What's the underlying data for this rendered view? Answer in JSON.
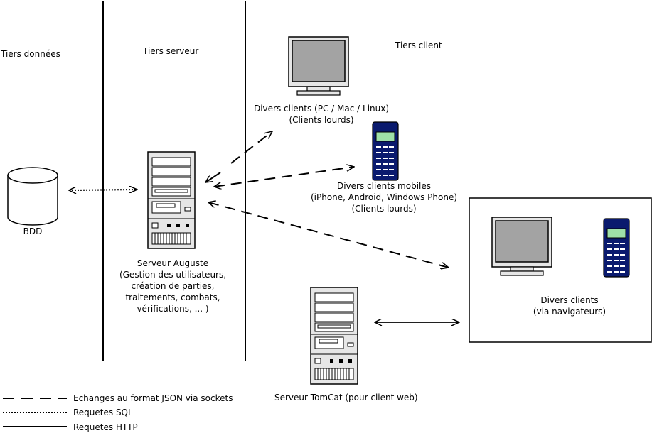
{
  "tiers": {
    "donnees": "Tiers données",
    "serveur": "Tiers serveur",
    "client": "Tiers client"
  },
  "nodes": {
    "bdd": "BDD",
    "auguste": [
      "Serveur Auguste",
      "(Gestion des utilisateurs,",
      "création de parties,",
      "traitements, combats,",
      "vérifications, ... )"
    ],
    "pc_clients": [
      "Divers clients (PC / Mac / Linux)",
      "(Clients lourds)"
    ],
    "mobile_clients": [
      "Divers clients mobiles",
      "(iPhone, Android, Windows Phone)",
      "(Clients lourds)"
    ],
    "web_clients": [
      "Divers clients",
      "(via navigateurs)"
    ],
    "tomcat": "Serveur TomCat (pour client web)"
  },
  "legend": {
    "json": "Echanges au format JSON via sockets",
    "sql": "Requetes SQL",
    "http": "Requetes HTTP"
  },
  "colors": {
    "line": "#000000",
    "case": "#e6e6e6",
    "screen": "#a3a3a3",
    "phone_body": "#0a1a6e",
    "phone_screen": "#9fe0a8"
  }
}
